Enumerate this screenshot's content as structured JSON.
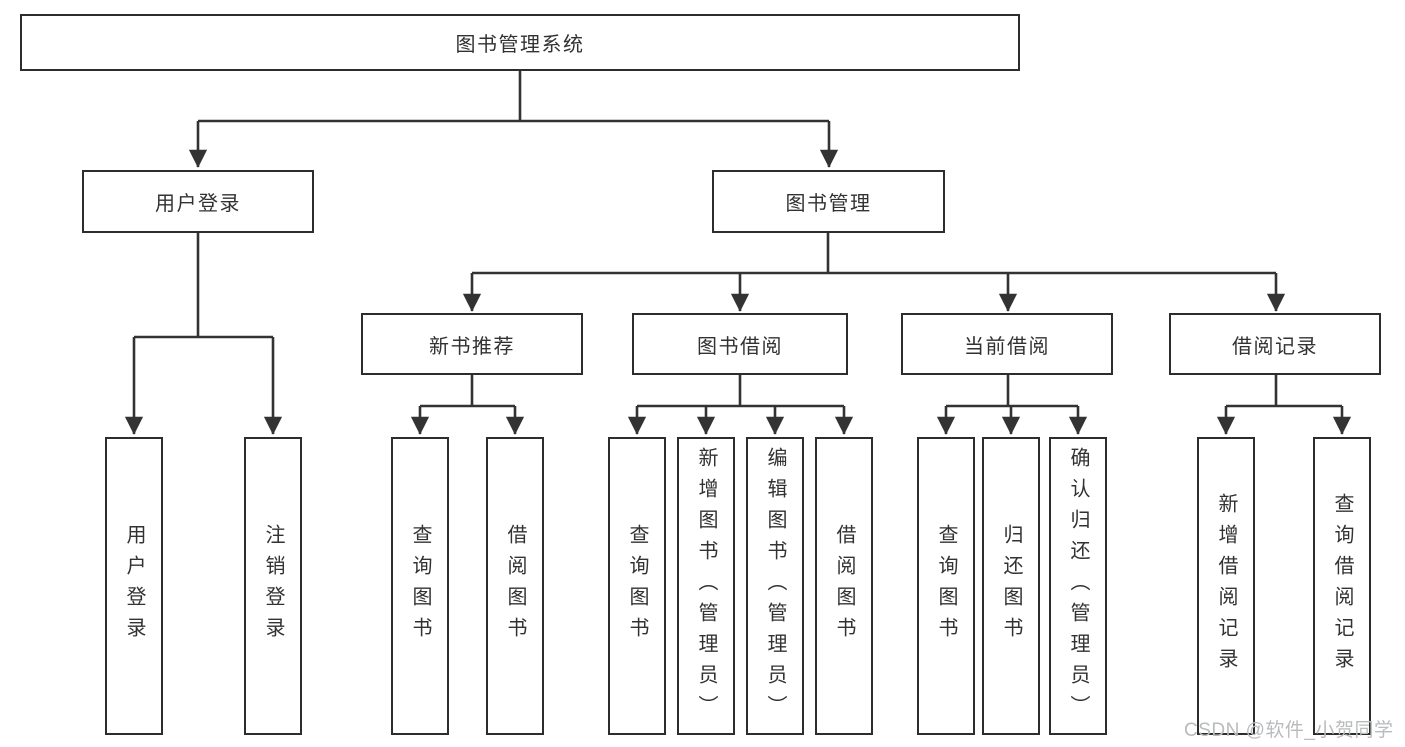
{
  "diagram": {
    "title": "图书管理系统",
    "type": "function-structure-tree",
    "colors": {
      "box_border": "#2d2d2d",
      "box_fill": "#ffffff",
      "line": "#333333",
      "text": "#323232",
      "watermark_text": "#b9bbbd",
      "background": "#ffffff"
    }
  },
  "nodes": {
    "root": {
      "label": "图书管理系统"
    },
    "user_login": {
      "label": "用户登录"
    },
    "book_management": {
      "label": "图书管理"
    },
    "new_book_recommend": {
      "label": "新书推荐"
    },
    "book_borrow": {
      "label": "图书借阅"
    },
    "current_borrow": {
      "label": "当前借阅"
    },
    "borrow_records": {
      "label": "借阅记录"
    },
    "user_login_action": {
      "label": "用户登录"
    },
    "logout_action": {
      "label": "注销登录"
    },
    "nb_query_books": {
      "label": "查询图书"
    },
    "nb_borrow_books": {
      "label": "借阅图书"
    },
    "bb_query_books": {
      "label": "查询图书"
    },
    "bb_add_books": {
      "label": "新增图书（管理员）"
    },
    "bb_edit_books": {
      "label": "编辑图书（管理员）"
    },
    "bb_borrow_books": {
      "label": "借阅图书"
    },
    "cb_query_books": {
      "label": "查询图书"
    },
    "cb_return_books": {
      "label": "归还图书"
    },
    "cb_confirm_return": {
      "label": "确认归还（管理员）"
    },
    "br_add_record": {
      "label": "新增借阅记录"
    },
    "br_query_record": {
      "label": "查询借阅记录"
    }
  },
  "watermark": {
    "text": "CSDN @软件_小贺同学"
  }
}
